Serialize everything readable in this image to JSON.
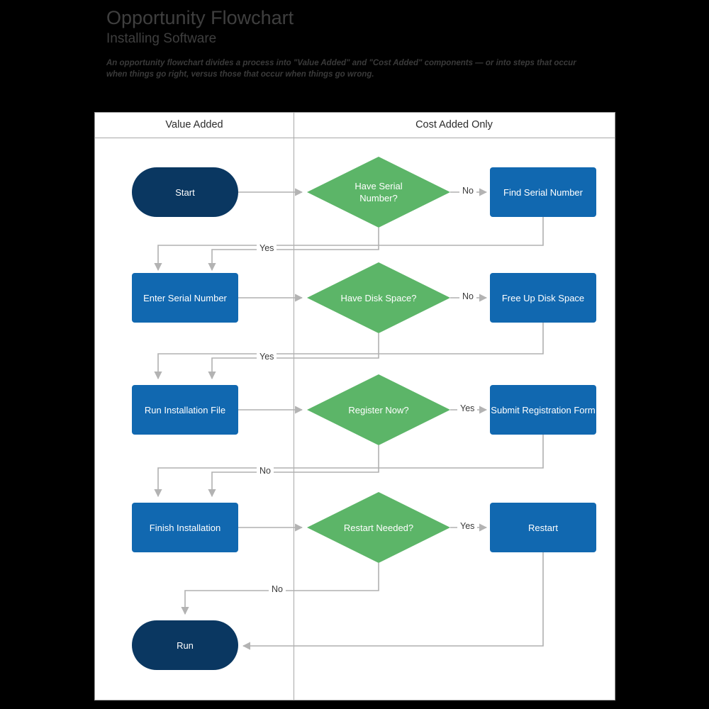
{
  "header": {
    "title": "Opportunity Flowchart",
    "subtitle": "Installing Software",
    "description": "An opportunity flowchart divides a process into \"Value Added\" and \"Cost Added\" components — or into steps that occur when things go right, versus those that occur when things go wrong."
  },
  "columns": {
    "left": "Value Added",
    "right": "Cost Added Only"
  },
  "colors": {
    "terminal": "#0a3761",
    "process": "#1168b0",
    "decision": "#5cb568",
    "connector": "#b0b0b0",
    "border": "#9a9a9a",
    "canvas": "#ffffff",
    "page": "#000000",
    "text_dark": "#3f3f3f"
  },
  "chart_data": {
    "type": "diagram",
    "title": "Opportunity Flowchart",
    "subtitle": "Installing Software",
    "swimlanes": [
      "Value Added",
      "Cost Added Only"
    ],
    "nodes": [
      {
        "id": "start",
        "label": "Start",
        "shape": "terminal",
        "lane": "Value Added",
        "row": 1
      },
      {
        "id": "d1",
        "label": "Have Serial Number?",
        "shape": "decision",
        "lane": "Cost Added Only",
        "row": 1
      },
      {
        "id": "find",
        "label": "Find Serial Number",
        "shape": "process",
        "lane": "Cost Added Only",
        "row": 1
      },
      {
        "id": "enter",
        "label": "Enter Serial Number",
        "shape": "process",
        "lane": "Value Added",
        "row": 2
      },
      {
        "id": "d2",
        "label": "Have Disk Space?",
        "shape": "decision",
        "lane": "Cost Added Only",
        "row": 2
      },
      {
        "id": "freeup",
        "label": "Free Up Disk Space",
        "shape": "process",
        "lane": "Cost Added Only",
        "row": 2
      },
      {
        "id": "runinst",
        "label": "Run Installation File",
        "shape": "process",
        "lane": "Value Added",
        "row": 3
      },
      {
        "id": "d3",
        "label": "Register Now?",
        "shape": "decision",
        "lane": "Cost Added Only",
        "row": 3
      },
      {
        "id": "submit",
        "label": "Submit Registration Form",
        "shape": "process",
        "lane": "Cost Added Only",
        "row": 3
      },
      {
        "id": "finish",
        "label": "Finish Installation",
        "shape": "process",
        "lane": "Value Added",
        "row": 4
      },
      {
        "id": "d4",
        "label": "Restart Needed?",
        "shape": "decision",
        "lane": "Cost Added Only",
        "row": 4
      },
      {
        "id": "restart",
        "label": "Restart",
        "shape": "process",
        "lane": "Cost Added Only",
        "row": 4
      },
      {
        "id": "run",
        "label": "Run",
        "shape": "terminal",
        "lane": "Value Added",
        "row": 5
      }
    ],
    "edges": [
      {
        "from": "start",
        "to": "d1",
        "label": ""
      },
      {
        "from": "d1",
        "to": "find",
        "label": "No"
      },
      {
        "from": "d1",
        "to": "enter",
        "label": "Yes"
      },
      {
        "from": "find",
        "to": "enter",
        "label": ""
      },
      {
        "from": "enter",
        "to": "d2",
        "label": ""
      },
      {
        "from": "d2",
        "to": "freeup",
        "label": "No"
      },
      {
        "from": "d2",
        "to": "runinst",
        "label": "Yes"
      },
      {
        "from": "freeup",
        "to": "runinst",
        "label": ""
      },
      {
        "from": "runinst",
        "to": "d3",
        "label": ""
      },
      {
        "from": "d3",
        "to": "submit",
        "label": "Yes"
      },
      {
        "from": "d3",
        "to": "finish",
        "label": "No"
      },
      {
        "from": "submit",
        "to": "finish",
        "label": ""
      },
      {
        "from": "finish",
        "to": "d4",
        "label": ""
      },
      {
        "from": "d4",
        "to": "restart",
        "label": "Yes"
      },
      {
        "from": "d4",
        "to": "run",
        "label": "No"
      },
      {
        "from": "restart",
        "to": "run",
        "label": ""
      }
    ],
    "edge_labels": {
      "row1_right": "No",
      "row1_down": "Yes",
      "row2_right": "No",
      "row2_down": "Yes",
      "row3_right": "Yes",
      "row3_down": "No",
      "row4_right": "Yes",
      "row4_down": "No"
    }
  }
}
